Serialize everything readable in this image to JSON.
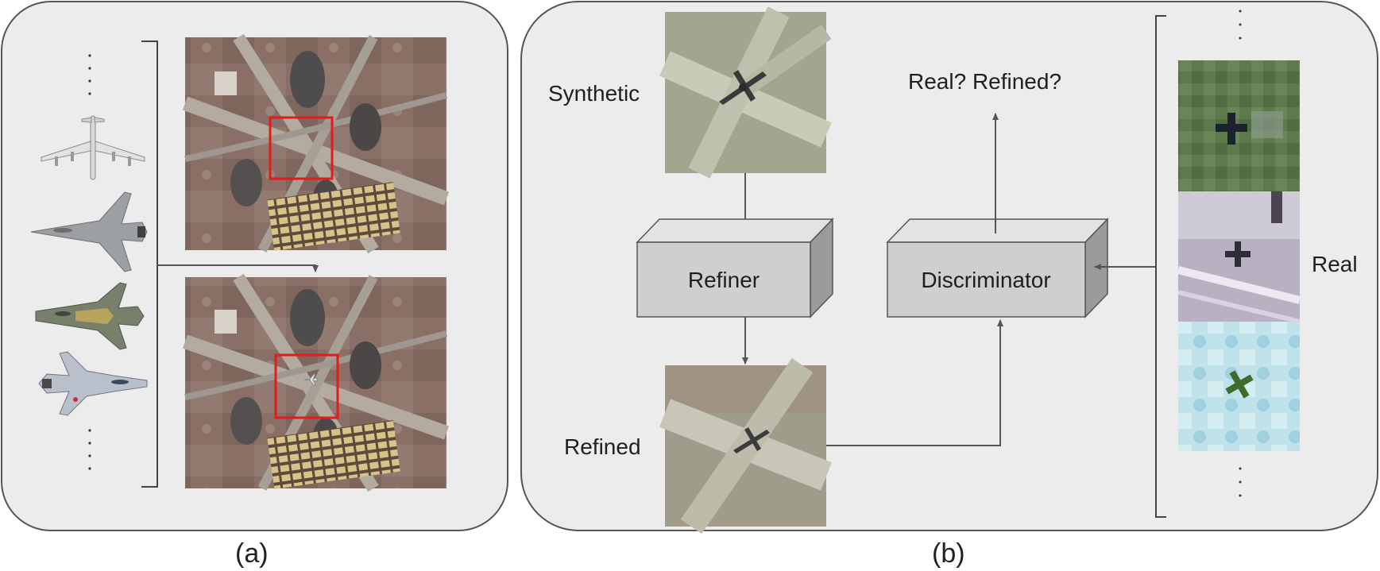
{
  "panel_a": {
    "caption": "(a)"
  },
  "panel_b": {
    "caption": "(b)",
    "synthetic_label": "Synthetic",
    "refined_label": "Refined",
    "real_label": "Real",
    "question_label": "Real? Refined?",
    "refiner_label": "Refiner",
    "discriminator_label": "Discriminator"
  },
  "colors": {
    "panel_bg": "#ececec",
    "panel_border": "#555555",
    "box_front": "#cfcfcf",
    "box_top": "#e3e3e3",
    "box_side": "#9b9b9b",
    "highlight_rect": "#e21b1b",
    "arrow": "#555555"
  },
  "icons": [
    "aircraft-b52-icon",
    "aircraft-f22-icon",
    "aircraft-mig29-icon",
    "aircraft-su-icon",
    "vertical-ellipsis-icon"
  ]
}
